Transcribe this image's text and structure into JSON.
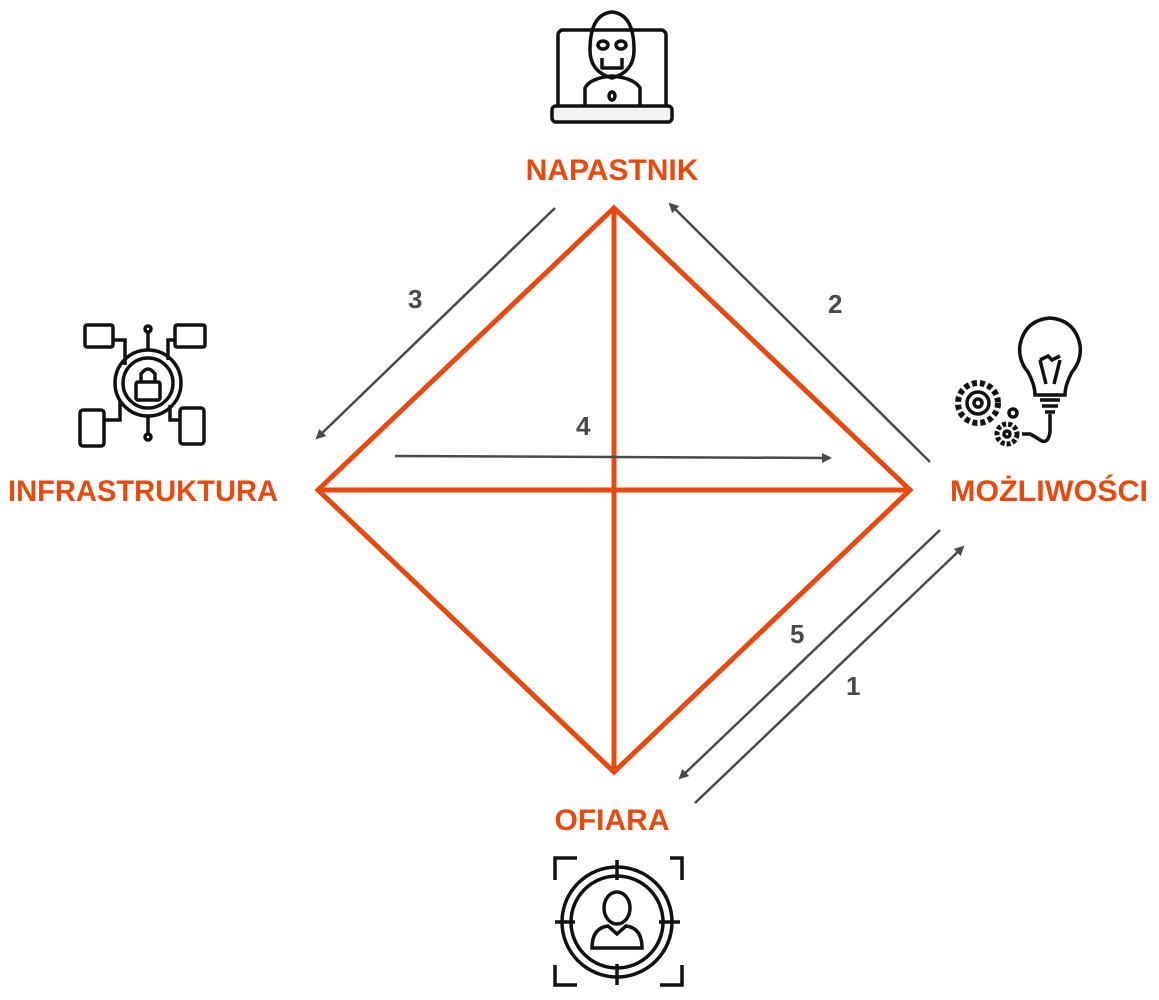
{
  "colors": {
    "accent": "#e8490f",
    "arrow": "#4a4a4a",
    "icon": "#111111"
  },
  "nodes": {
    "top": {
      "label": "NAPASTNIK",
      "icon": "hacker-laptop-icon"
    },
    "left": {
      "label": "INFRASTRUKTURA",
      "icon": "network-lock-devices-icon"
    },
    "right": {
      "label": "MOŻLIWOŚCI",
      "icon": "lightbulb-gears-icon"
    },
    "bottom": {
      "label": "OFIARA",
      "icon": "target-person-icon"
    }
  },
  "arrows": [
    {
      "label": "1",
      "from": "OFIARA",
      "to": "MOŻLIWOŚCI"
    },
    {
      "label": "2",
      "from": "MOŻLIWOŚCI",
      "to": "NAPASTNIK"
    },
    {
      "label": "3",
      "from": "NAPASTNIK",
      "to": "INFRASTRUKTURA"
    },
    {
      "label": "4",
      "from": "INFRASTRUKTURA",
      "to": "MOŻLIWOŚCI"
    },
    {
      "label": "5",
      "from": "MOŻLIWOŚCI",
      "to": "OFIARA"
    }
  ]
}
